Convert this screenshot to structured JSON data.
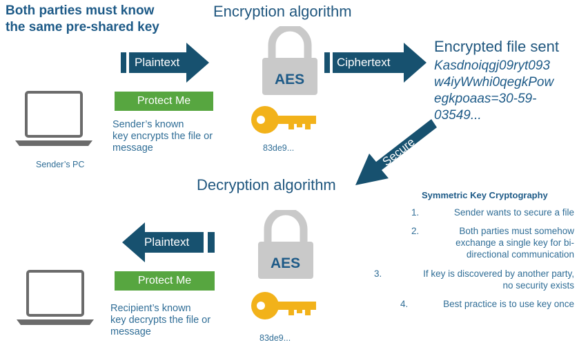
{
  "headline": [
    "Both parties must know",
    "the same pre-shared key"
  ],
  "encryption": {
    "title": "Encryption algorithm",
    "plaintext_label": "Plaintext",
    "cipher_label": "Ciphertext",
    "lock_label": "AES",
    "key_caption": "83de9...",
    "protect_label": "Protect Me",
    "description": [
      "Sender’s known",
      "key encrypts the file or",
      "message"
    ],
    "pc_caption": "Sender’s PC"
  },
  "sent": {
    "title": "Encrypted file sent",
    "cipher_lines": [
      "Kasdnoiqgj09ryt093",
      "w4iyWwhi0qegkPow",
      "egkpoaas=30-59-",
      "03549..."
    ],
    "secure_label": "Secure"
  },
  "decryption": {
    "title": "Decryption algorithm",
    "plaintext_label": "Plaintext",
    "lock_label": "AES",
    "key_caption": "83de9...",
    "protect_label": "Protect Me",
    "description": [
      "Recipient’s known",
      "key decrypts the file or",
      "message"
    ]
  },
  "summary": {
    "title": "Symmetric Key Cryptography",
    "items": [
      {
        "num": "1.",
        "lines": [
          "Sender wants to secure a file"
        ]
      },
      {
        "num": "2.",
        "lines": [
          "Both parties must somehow",
          "exchange a single key for bi-",
          "directional communication"
        ]
      },
      {
        "num": "3.",
        "lines": [
          "If key is discovered by another party,",
          "no security exists"
        ]
      },
      {
        "num": "4.",
        "lines": [
          "Best practice is to use key once"
        ]
      }
    ]
  },
  "colors": {
    "navy": "#1d5a87",
    "arrow": "#17516f",
    "green": "#57a640",
    "gold": "#f2b21a",
    "gray": "#6b6b6b",
    "lock_gray": "#c9c9c9"
  }
}
